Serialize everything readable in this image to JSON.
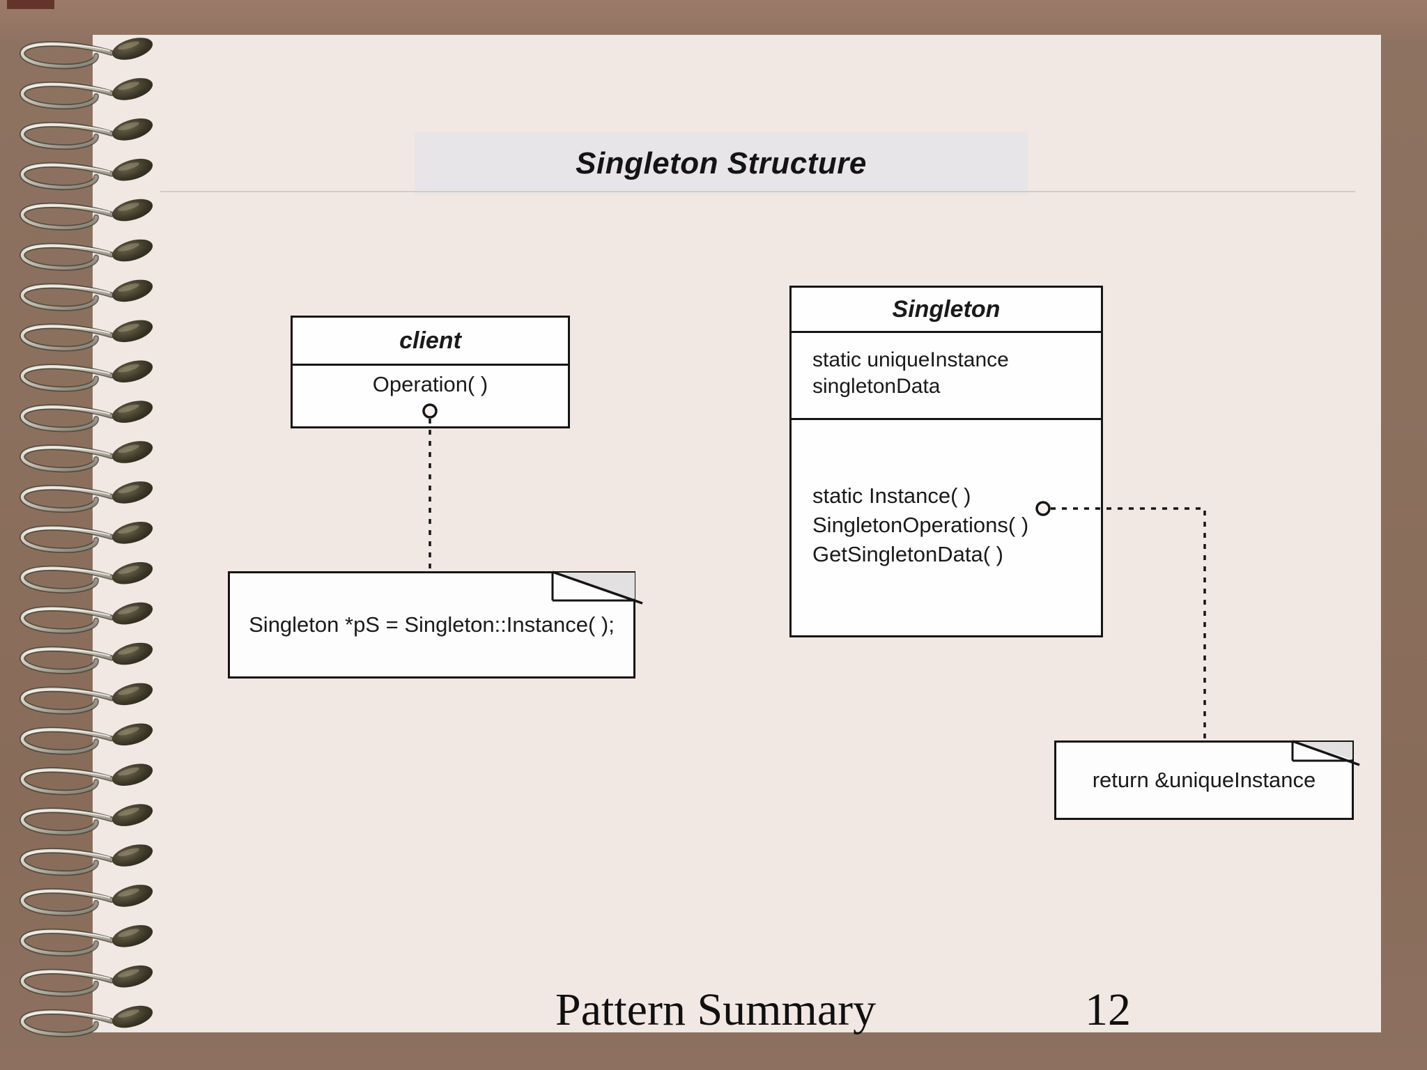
{
  "slide": {
    "title": "Singleton Structure",
    "footer": {
      "label": "Pattern Summary",
      "page_number": "12"
    }
  },
  "diagram": {
    "client_class": {
      "name": "client",
      "operations": [
        "Operation( )"
      ]
    },
    "singleton_class": {
      "name": "Singleton",
      "attributes": [
        "static uniqueInstance",
        "singletonData"
      ],
      "operations": [
        "static Instance( )",
        "SingletonOperations( )",
        "GetSingletonData( )"
      ]
    },
    "notes": [
      {
        "text": "Singleton *pS = Singleton::Instance( );"
      },
      {
        "text": "return &uniqueInstance"
      }
    ]
  },
  "decor": {
    "spiral_loop_count": 25
  },
  "colors": {
    "background_brown": "#8b6f5d",
    "paper_pink": "#f1e7e3",
    "title_band_gray": "#e7e5e8",
    "box_white": "#fefefe",
    "line_black": "#151515",
    "fold_shade_gray": "#e2e0e0",
    "cover_edge_maroon": "#5e2b22"
  }
}
